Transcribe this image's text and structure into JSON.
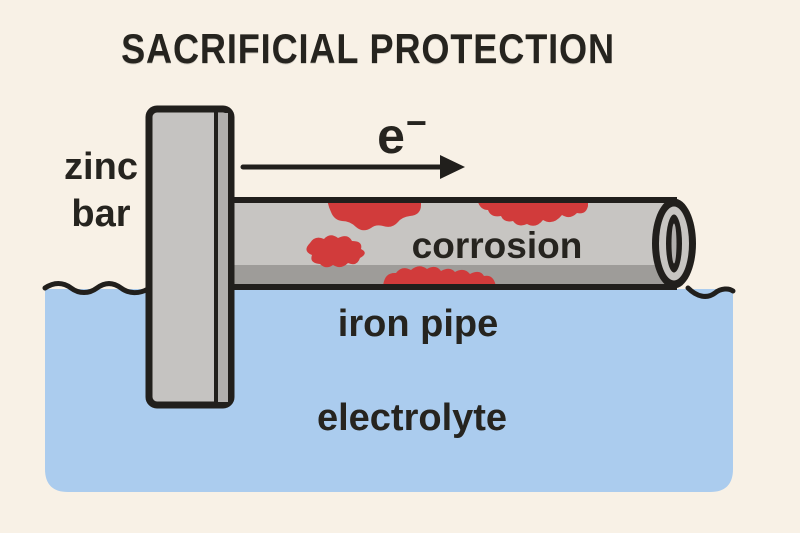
{
  "title": "SACRIFICIAL PROTECTION",
  "labels": {
    "zinc_line1": "zinc",
    "zinc_line2": "bar",
    "electron": "e",
    "electron_superscript": "−",
    "corrosion": "corrosion",
    "iron_pipe": "iron pipe",
    "electrolyte": "electrolyte"
  },
  "icons": {
    "electron_flow_arrow": "right-arrow"
  },
  "colors": {
    "background": "#f8f1e6",
    "water": "#abccee",
    "pipe_gray": "#c7c5c2",
    "pipe_shade": "#9e9c99",
    "zinc_gray": "#c5c3c1",
    "zinc_edge": "#b1afad",
    "corrosion_red": "#d13b3b",
    "outline": "#211f1c",
    "text": "#26241f"
  }
}
